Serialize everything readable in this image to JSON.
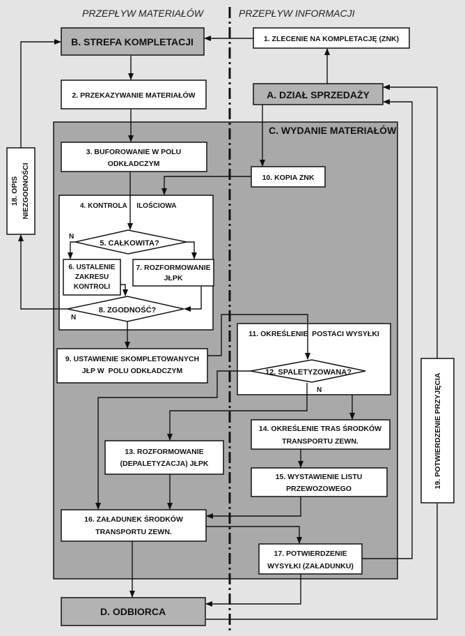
{
  "headers": {
    "left": "PRZEPŁYW MATERIAŁÓW",
    "right": "PRZEPŁYW INFORMACJI"
  },
  "sections": {
    "wydanie": "C. WYDANIE MATERIAŁÓW",
    "kontrola": "4. KONTROLA     ILOŚCIOWA"
  },
  "nodes": {
    "b": "B. STREFA KOMPLETACJI",
    "n1": "1. ZLECENIE NA KOMPLETACJĘ (ZNK)",
    "a": "A. DZIAŁ SPRZEDAŻY",
    "n2": "2. PRZEKAZYWANIE MATERIAŁÓW",
    "n3a": "3. BUFOROWANIE W POLU",
    "n3b": "ODKŁADCZYM",
    "n10": "10. KOPIA ZNK",
    "n5": "5. CAŁKOWITA?",
    "n6a": "6. USTALENIE",
    "n6b": "ZAKRESU",
    "n6c": "KONTROLI",
    "n7a": "7. ROZFORMOWANIE",
    "n7b": "JŁPK",
    "n8": "8. ZGODNOŚĆ?",
    "n9a": "9. USTAWIENIE SKOMPLETOWANYCH",
    "n9b": "JŁP W  POLU ODKŁADCZYM",
    "n11": "11. OKREŚLENIE  POSTACI WYSYŁKI",
    "n12": "12. SPALETYZOWANA?",
    "n13a": "13. ROZFORMOWANIE",
    "n13b": "(DEPALETYZACJA) JŁPK",
    "n14a": "14. OKREŚLENIE TRAS ŚRODKÓW",
    "n14b": "TRANSPORTU ZEWN.",
    "n15a": "15. WYSTAWIENIE LISTU",
    "n15b": "PRZEWOZOWEGO",
    "n16a": "16. ZAŁADUNEK ŚRODKÓW",
    "n16b": "TRANSPORTU ZEWN.",
    "n17a": "17. POTWIERDZENIE",
    "n17b": "WYSYŁKI (ZAŁADUNKU)",
    "d": "D. ODBIORCA",
    "n18a": "18. OPIS",
    "n18b": "NIEZGODNOŚCI",
    "n19": "19. POTWIERDZENIE PRZYJĘCIA"
  },
  "branch_labels": {
    "n5_no": "N",
    "n8_no": "N",
    "n12_no": "N"
  }
}
